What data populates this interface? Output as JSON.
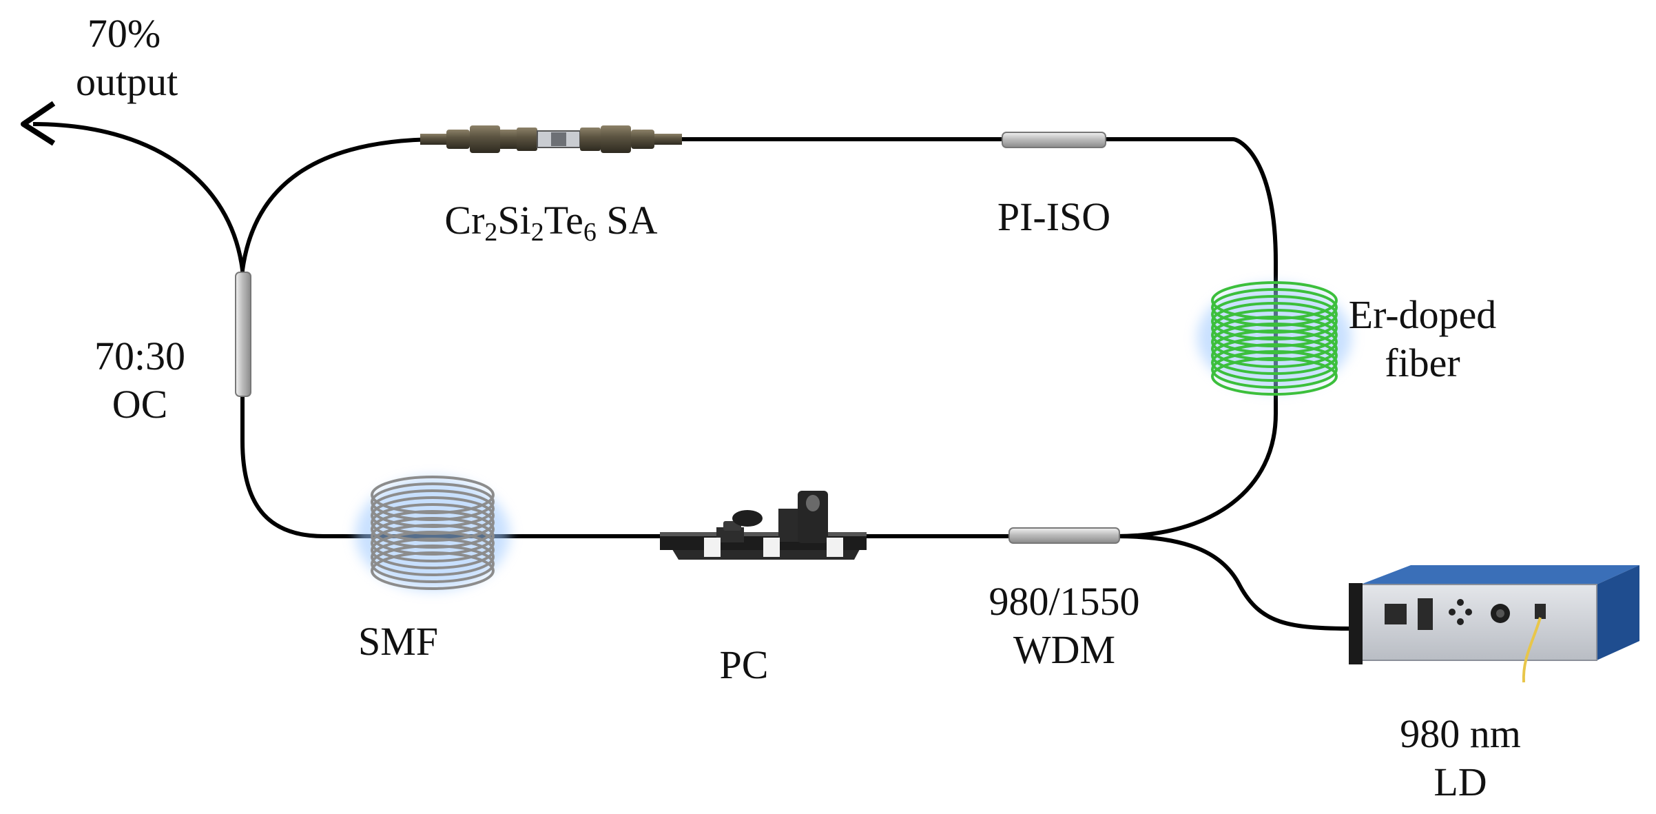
{
  "diagram": {
    "title": "",
    "labels": {
      "output_line1": "70%",
      "output_line2": "output",
      "sa_prefix": "Cr",
      "sa_sub1": "2",
      "sa_mid1": "Si",
      "sa_sub2": "2",
      "sa_mid2": "Te",
      "sa_sub3": "6",
      "sa_suffix": " SA",
      "pi_iso": "PI-ISO",
      "oc_line1": "70:30",
      "oc_line2": "OC",
      "edf_line1": "Er-doped",
      "edf_line2": "fiber",
      "smf": "SMF",
      "pc": "PC",
      "wdm_line1": "980/1550",
      "wdm_line2": "WDM",
      "ld_line1": "980 nm",
      "ld_line2": "LD"
    },
    "components": [
      {
        "id": "output-port",
        "icon": "arrow-icon"
      },
      {
        "id": "saturable-absorber",
        "icon": "fiber-connector-icon"
      },
      {
        "id": "isolator",
        "icon": "fiber-component-icon"
      },
      {
        "id": "erbium-doped-fiber",
        "icon": "fiber-coil-icon",
        "color": "#3cbf3c"
      },
      {
        "id": "wdm",
        "icon": "fiber-component-icon"
      },
      {
        "id": "polarization-controller",
        "icon": "paddle-controller-icon"
      },
      {
        "id": "single-mode-fiber",
        "icon": "fiber-coil-icon",
        "color": "#9a9a9a"
      },
      {
        "id": "output-coupler",
        "icon": "fiber-component-icon"
      },
      {
        "id": "pump-laser",
        "icon": "laser-diode-box-icon",
        "color": "#3a6fb8"
      }
    ]
  }
}
